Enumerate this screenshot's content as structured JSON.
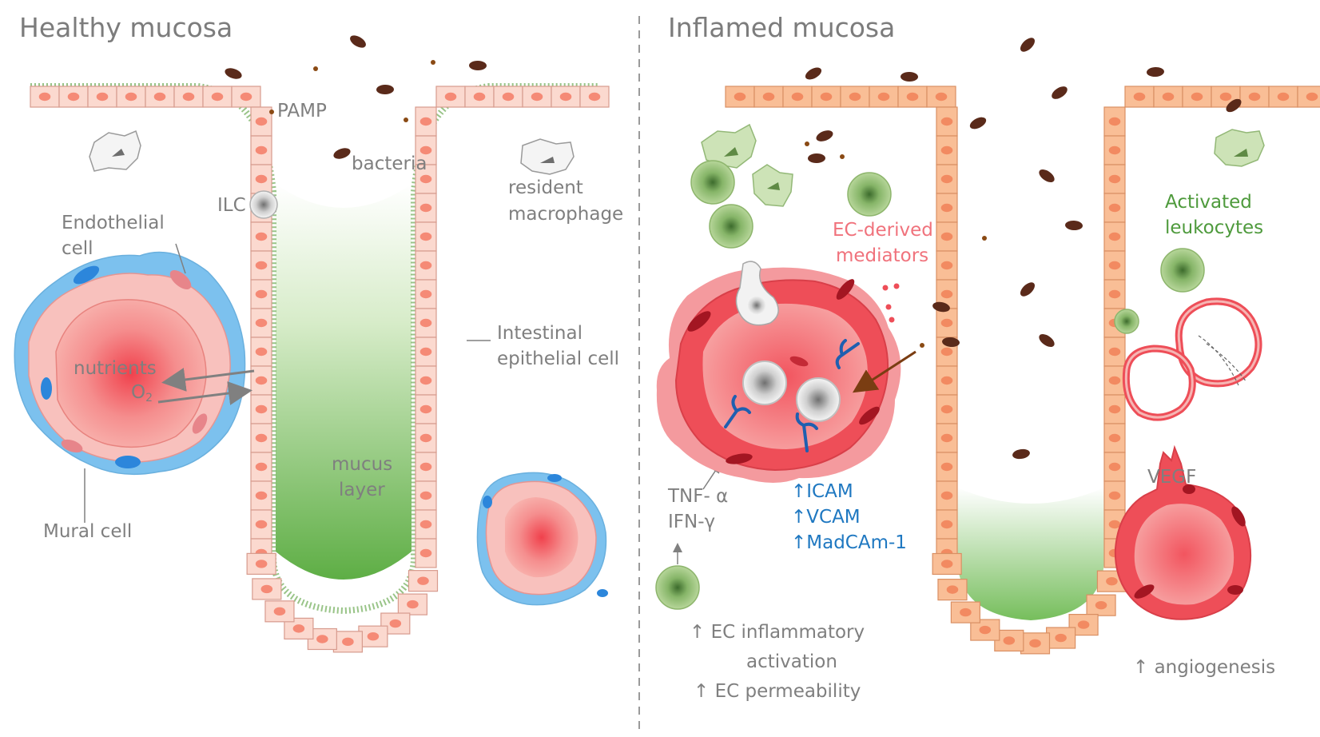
{
  "healthy": {
    "title": "Healthy mucosa",
    "labels": {
      "pamp": "PAMP",
      "bacteria": "bacteria",
      "resident_1": "resident",
      "resident_2": "macrophage",
      "ilc": "ILC",
      "endo_1": "Endothelial",
      "endo_2": "cell",
      "nutrients": "nutrients",
      "o2": "O",
      "o2_sub": "2",
      "epi_1": "Intestinal",
      "epi_2": "epithelial cell",
      "mucus_1": "mucus",
      "mucus_2": "layer",
      "mural": "Mural cell"
    }
  },
  "inflamed": {
    "title": "Inflamed mucosa",
    "labels": {
      "ec_derived_1": "EC-derived",
      "ec_derived_2": "mediators",
      "activated_1": "Activated",
      "activated_2": "leukocytes",
      "vegf": "VEGF",
      "tnf": "TNF- α",
      "ifn": "IFN-γ",
      "icam": "↑ICAM",
      "vcam": "↑VCAM",
      "madcam": "↑MadCAm-1",
      "ec_inflam_1": "↑ EC inflammatory",
      "ec_inflam_2": "activation",
      "ec_perm": "↑ EC permeability",
      "angio": "↑ angiogenesis"
    }
  },
  "colors": {
    "healthy_epithelium": "#fbd9cf",
    "inflamed_epithelium": "#f9be96",
    "vessel_red": "#ef4a55",
    "vessel_pink": "#f6b5b3",
    "mural_blue": "#7cc1ee",
    "mucus_green": "#6fba57",
    "leukocyte_green": "#a7cc83",
    "mediator_red": "#f0727c",
    "adhesion_blue": "#1f78c1",
    "text_grey": "#7f7f7f"
  }
}
